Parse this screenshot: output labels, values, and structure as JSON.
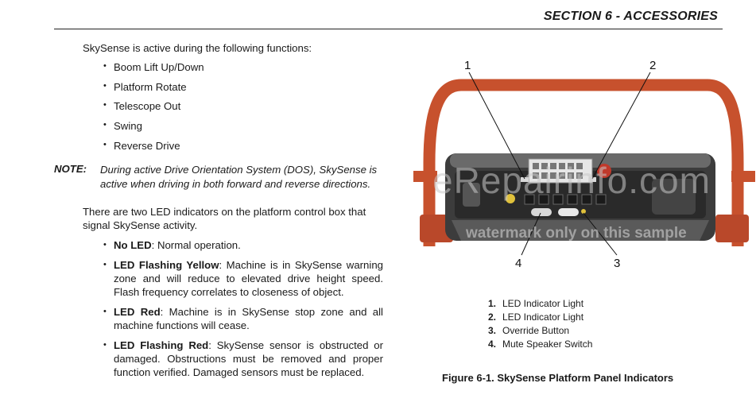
{
  "header": {
    "section_title": "SECTION 6 - ACCESSORIES"
  },
  "body": {
    "intro": "SkySense is active during the following functions:",
    "functions": [
      "Boom Lift Up/Down",
      "Platform Rotate",
      "Telescope Out",
      "Swing",
      "Reverse Drive"
    ],
    "note_label": "NOTE:",
    "note_text": "During active Drive Orientation System (DOS), SkySense is active when driving in both forward and reverse directions.",
    "led_intro": "There are two LED indicators on the platform control box that signal SkySense activity.",
    "led_items": [
      {
        "label": "No LED",
        "text": ": Normal operation."
      },
      {
        "label": "LED Flashing Yellow",
        "text": ": Machine is in SkySense warning zone and will reduce to elevated drive height speed. Flash frequency correlates to closeness of object."
      },
      {
        "label": "LED Red",
        "text": ": Machine is in SkySense stop zone and all machine functions will cease."
      },
      {
        "label": "LED Flashing Red",
        "text": ": SkySense sensor is obstructed or damaged. Obstructions must be removed and proper function verified. Damaged sensors must be replaced."
      }
    ]
  },
  "figure": {
    "callouts": [
      "1",
      "2",
      "3",
      "4"
    ],
    "legend": [
      {
        "num": "1.",
        "label": "LED Indicator Light"
      },
      {
        "num": "2.",
        "label": "LED Indicator Light"
      },
      {
        "num": "3.",
        "label": "Override Button"
      },
      {
        "num": "4.",
        "label": "Mute Speaker Switch"
      }
    ],
    "caption": "Figure 6-1. SkySense Platform Panel Indicators",
    "watermark": "eRepairinfo.com",
    "watermark_sub": "watermark only on this sample"
  }
}
